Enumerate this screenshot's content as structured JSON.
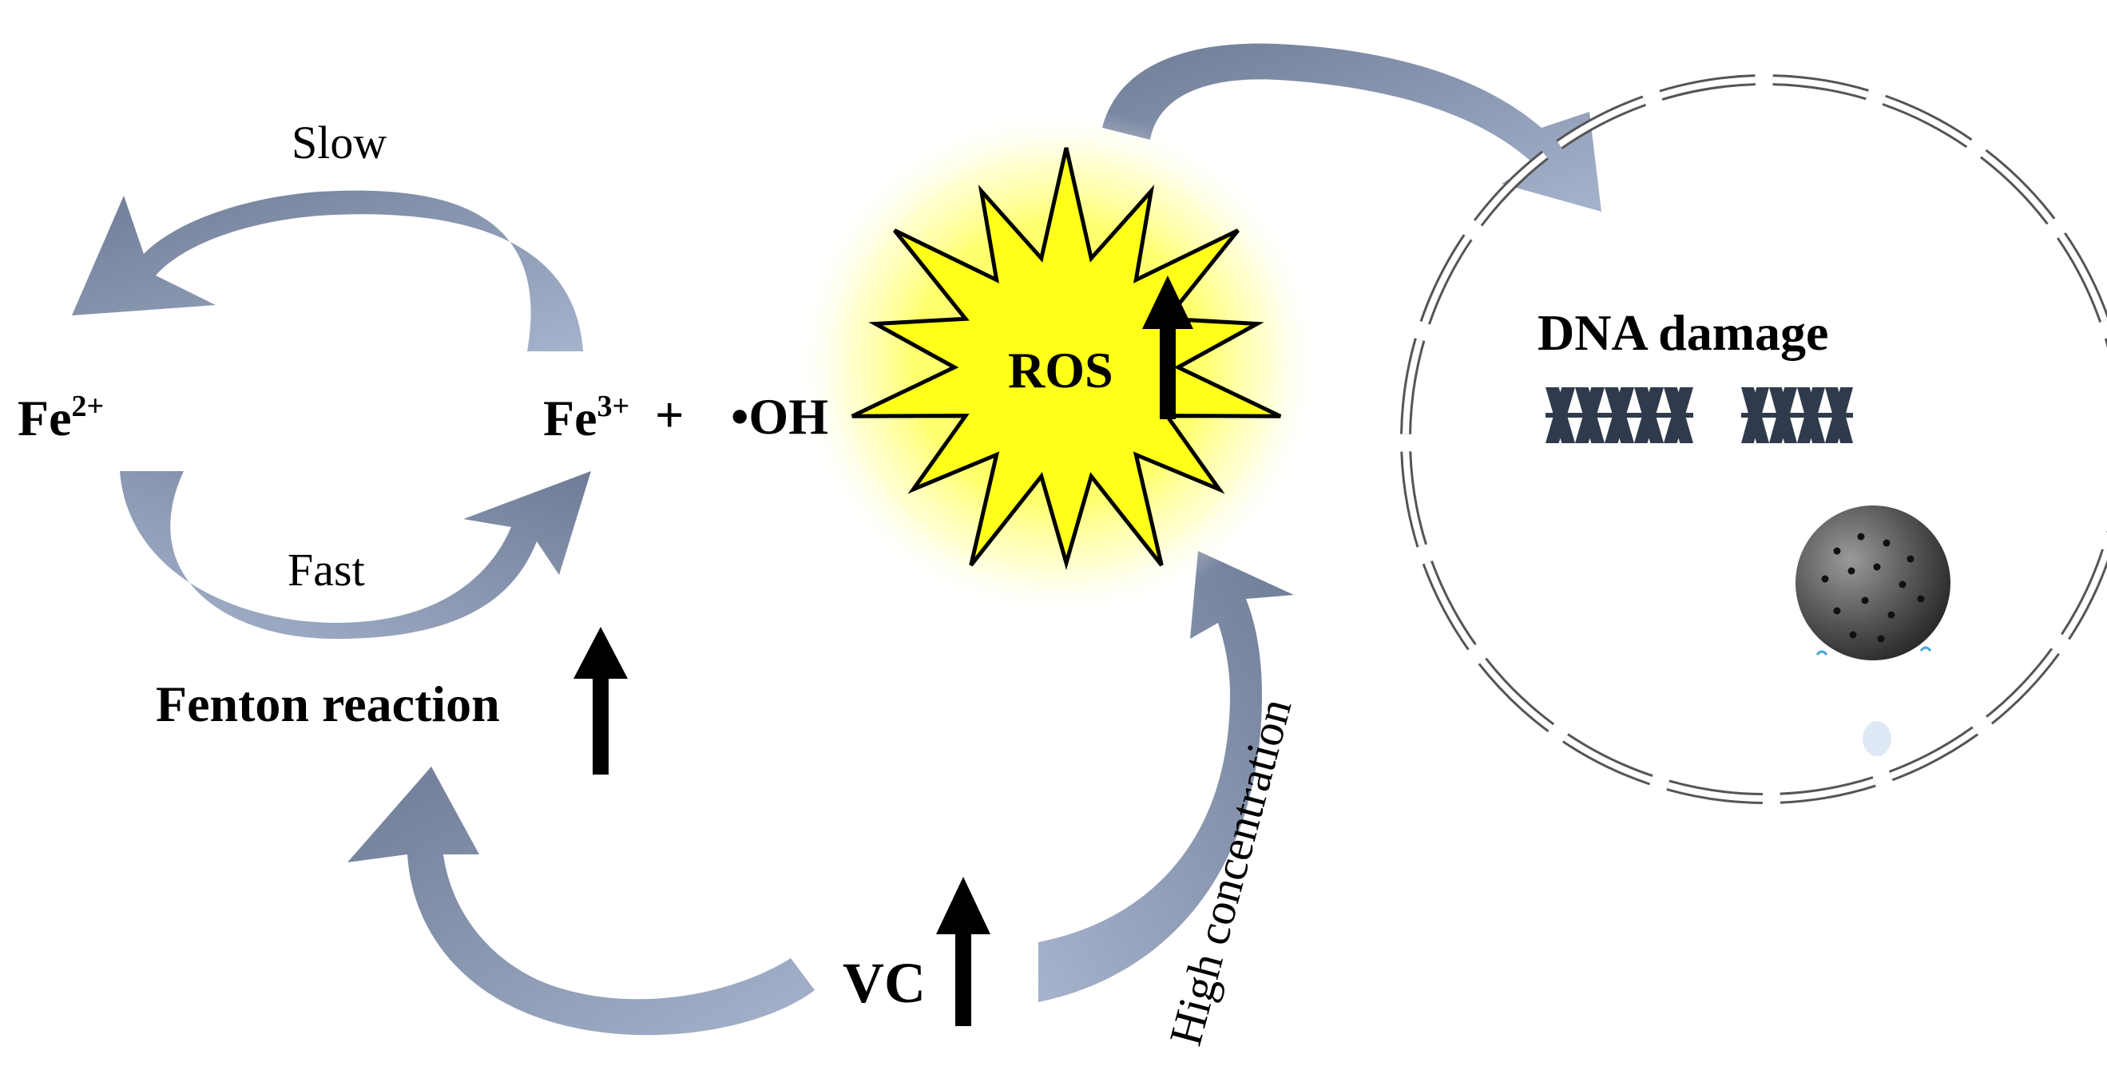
{
  "labels": {
    "slow": "Slow",
    "fast": "Fast",
    "fe2_base": "Fe",
    "fe2_sup": "2+",
    "fe3_base": "Fe",
    "fe3_sup": "3+",
    "plus": "+",
    "oh": "•OH",
    "fenton": "Fenton reaction",
    "vc": "VC",
    "ros": "ROS",
    "dna": "DNA damage",
    "high_concentration": "High concentration"
  },
  "colors": {
    "arrow_light": "#9aa9c4",
    "arrow_dark": "#6f7c96",
    "burst_fill": "#ffff1a",
    "burst_glow": "#ffff66",
    "dna": "#2f3b4c",
    "particle": "#555555",
    "text": "#000000"
  },
  "icons": [
    "up-arrow-icon",
    "ros-burst-icon",
    "dna-helix-icon",
    "iron-particle-icon",
    "cell-membrane-icon"
  ]
}
